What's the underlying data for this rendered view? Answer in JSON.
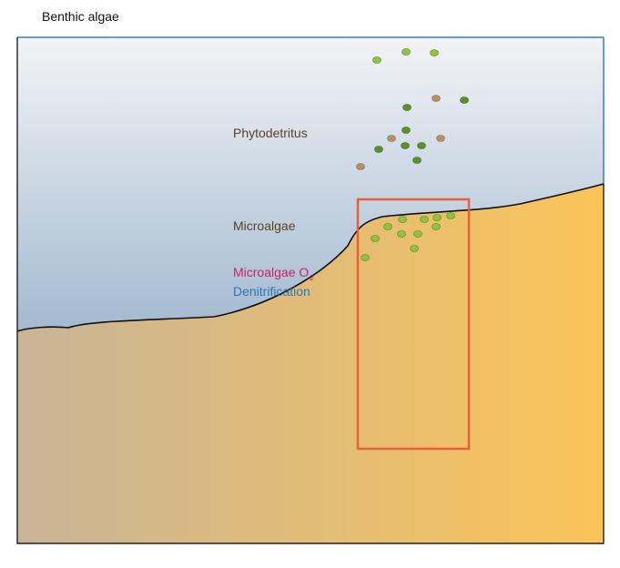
{
  "title": "Benthic algae",
  "labels": {
    "phytodetritus": "Phytodetritus",
    "microalgae": "Microalgae",
    "microalgae_o2_main": "Microalgae O",
    "microalgae_o2_sub": "2",
    "denitrification": "Denitrification"
  },
  "colors": {
    "water_top": "#f2f4f6",
    "water_bottom": "#6a8fb5",
    "sediment_left": "#c8b497",
    "sediment_right": "#fbc458",
    "frame": "#222222",
    "water_border": "#3a7fc1",
    "highlight_box": "#e8603a",
    "particle_light_green": "#8fc43f",
    "particle_dark_green": "#5e8f2f",
    "particle_brown": "#b89066",
    "text_phytodetritus": "#5b4126",
    "text_microalgae": "#5b4126",
    "text_o2": "#cc1f6a",
    "text_denitrification": "#2a78b8"
  }
}
